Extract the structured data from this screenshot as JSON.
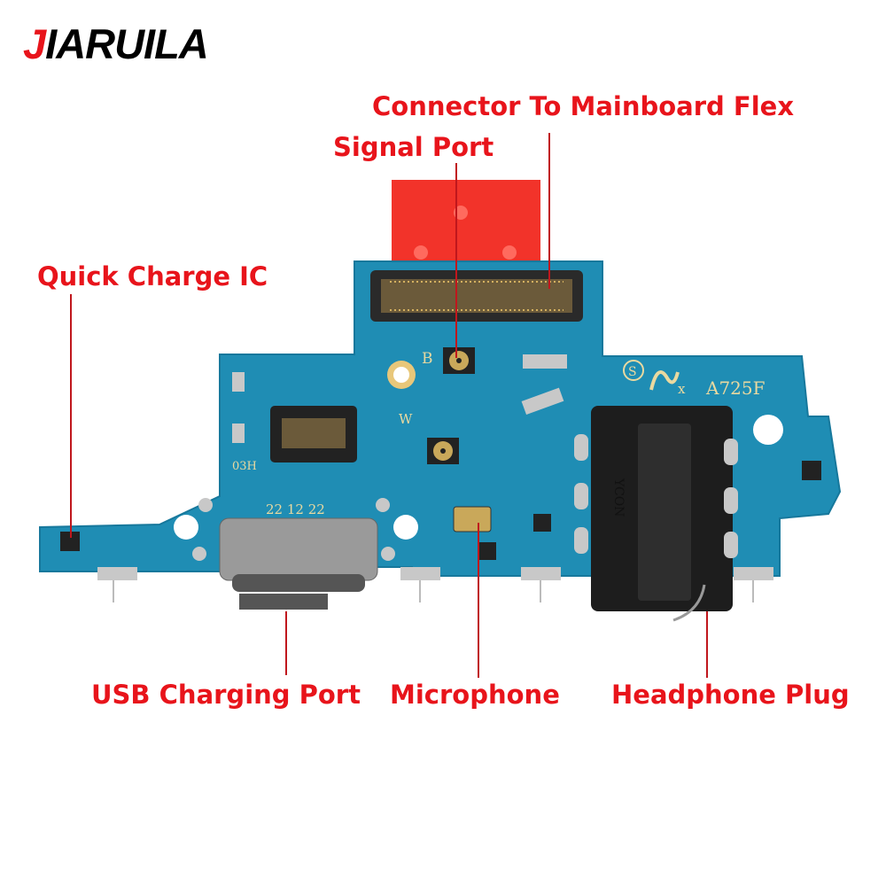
{
  "brand": {
    "first_letter": "J",
    "rest": "IARUILA"
  },
  "callouts": {
    "connector": "Connector To Mainboard Flex",
    "signal_port": "Signal Port",
    "quick_charge": "Quick Charge IC",
    "usb": "USB Charging Port",
    "microphone": "Microphone",
    "headphone": "Headphone Plug"
  },
  "board_marks": {
    "model": "A725F",
    "date": "22 12 22",
    "code": "03H",
    "jack_brand": "YCON",
    "b": "B",
    "w": "W",
    "x": "x",
    "s": "S"
  },
  "colors": {
    "pcb": "#1f8db4",
    "label": "#e8141b",
    "flex": "#f2332a"
  }
}
